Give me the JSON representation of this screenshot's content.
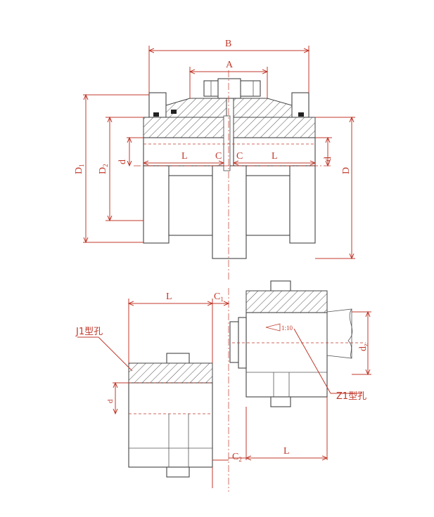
{
  "labels": {
    "B": "B",
    "A": "A",
    "D1": "D",
    "D1_sub": "1",
    "D2": "D",
    "D2_sub": "2",
    "d_left": "d",
    "d_right": "d",
    "D": "D",
    "L_left": "L",
    "C_left": "C",
    "C_right": "C",
    "L_right": "L",
    "L_bottom_top": "L",
    "C1": "C",
    "C1_sub": "1",
    "J1": "J1型孔",
    "d_j1": "d",
    "taper": "1:10",
    "dz": "d",
    "dz_sub": "z",
    "Z1": "Z1型孔",
    "C2": "C",
    "C2_sub": "2",
    "L_bottom": "L"
  },
  "colors": {
    "dimension": "#c0392b",
    "outline": "#444444"
  }
}
